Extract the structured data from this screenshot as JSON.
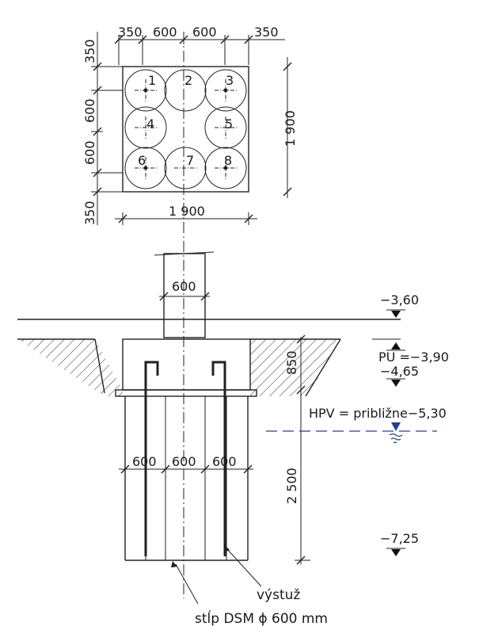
{
  "plan": {
    "dims_top": [
      "350",
      "600",
      "600",
      "350"
    ],
    "dims_left": [
      "350",
      "600",
      "600",
      "350"
    ],
    "dim_right": "1 900",
    "dim_bottom": "1 900",
    "pile_numbers": [
      "1",
      "2",
      "3",
      "4",
      "5",
      "6",
      "7",
      "8"
    ]
  },
  "section": {
    "column_width": "600",
    "levels": {
      "ground": "−3,60",
      "pu": "PU =−3,90",
      "cap_bottom": "−4,65",
      "pile_toe": "−7,25"
    },
    "cap_height": "850",
    "pile_length": "2 500",
    "water_level": "HPV = približne−5,30",
    "pile_widths": [
      "600",
      "600",
      "600"
    ]
  },
  "labels": {
    "reinforcement": "výstuž",
    "pile": "stĺp DSM ϕ 600 mm"
  },
  "colors": {
    "lines": "#222222",
    "water": "#2a3d8f"
  }
}
